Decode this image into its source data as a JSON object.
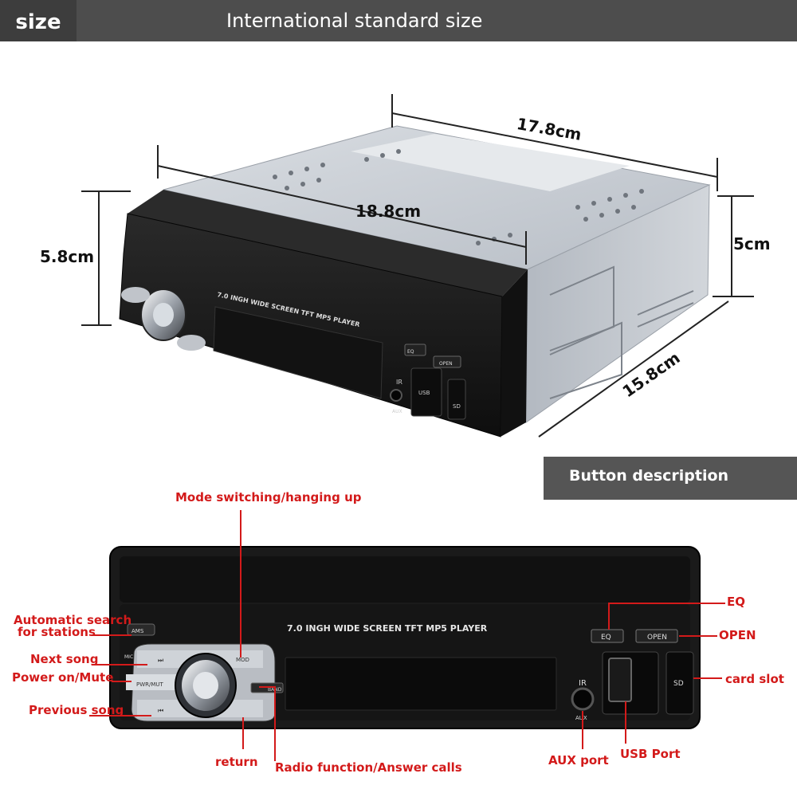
{
  "header": {
    "tab_label": "size",
    "title": "International standard size"
  },
  "section": {
    "title": "Button description"
  },
  "dimensions": {
    "depth": "17.8cm",
    "width": "18.8cm",
    "height_front": "5.8cm",
    "height_back": "5cm",
    "side_depth": "15.8cm"
  },
  "device": {
    "front_text": "7.0 INGH WIDE SCREEN TFT  MP5  PLAYER",
    "eq_button": "EQ",
    "open_button": "OPEN",
    "usb_label": "USB",
    "sd_label": "SD",
    "ir_label": "IR",
    "aux_label": "AUX",
    "band_label": "BAND",
    "ams_label": "AMS",
    "mic_label": "MIC",
    "mod_label": "MOD",
    "pwr_label": "PWR/MUT",
    "next_glyph": "⏭",
    "prev_glyph": "⏮"
  },
  "callouts": {
    "mode": "Mode switching/hanging up",
    "ams_line1": "Automatic search",
    "ams_line2": "for stations",
    "next": "Next song",
    "power": "Power on/Mute",
    "previous": "Previous song",
    "return": "return",
    "radio": "Radio function/Answer calls",
    "aux": "AUX port",
    "usb": "USB Port",
    "eq": "EQ",
    "open": "OPEN",
    "card": "card slot"
  },
  "colors": {
    "header_bg": "#4d4d4d",
    "callout_red": "#d31a1a",
    "device_black": "#1a1a1a"
  }
}
